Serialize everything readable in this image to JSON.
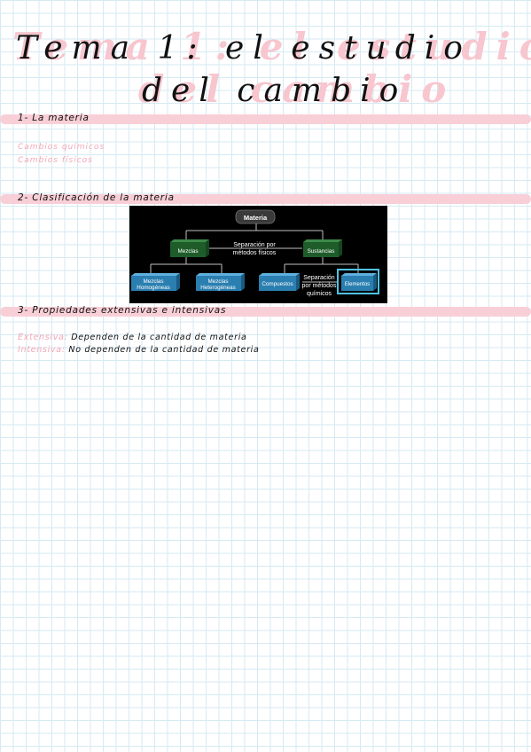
{
  "title": {
    "line1": "Tema 1: el estudio",
    "line2": "del cambio"
  },
  "sections": [
    {
      "heading": "1- La materia",
      "notes": [
        "Cambios químicos",
        "Cambios físicos"
      ]
    },
    {
      "heading": "2- Clasificación de la materia"
    },
    {
      "heading": "3- Propiedades extensivas e intensivas",
      "definitions": [
        {
          "term": "Extensiva:",
          "text": "Dependen de la cantidad de materia"
        },
        {
          "term": "Intensiva:",
          "text": "No dependen de la cantidad de materia"
        }
      ]
    }
  ],
  "diagram": {
    "root": "Materia",
    "left": "Mezclas",
    "right": "Sustancias",
    "middle_caption_1": "Separación por",
    "middle_caption_2": "métodos físicos",
    "leaf1_a": "Mezclas",
    "leaf1_b": "Homogéneas",
    "leaf2_a": "Mezclas",
    "leaf2_b": "Heterogéneas",
    "leaf3": "Compuestos",
    "right_caption_1": "Separación",
    "right_caption_2": "por métodos",
    "right_caption_3": "químicos",
    "leaf4": "Elementos"
  },
  "colors": {
    "pink": "#f9cfd7",
    "pink_text": "#f3a7b6",
    "grid": "#d6eaf3",
    "green_box": "#1e5c2a",
    "blue_box": "#2b7fb0",
    "highlight": "#4ec3e6"
  }
}
